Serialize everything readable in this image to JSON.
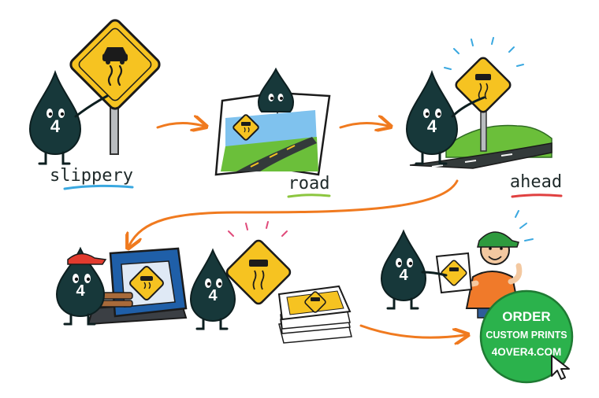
{
  "steps": [
    {
      "word": "slippery",
      "underline_color": "#3aa8e0"
    },
    {
      "word": "road",
      "underline_color": "#8cc63f"
    },
    {
      "word": "ahead",
      "underline_color": "#e04040"
    }
  ],
  "mascot": {
    "label": "4",
    "color": "#17383a"
  },
  "cta": {
    "line1": "ORDER",
    "line2": "CUSTOM PRINTS",
    "line3": "4OVER4.COM",
    "color": "#2bb24c"
  },
  "colors": {
    "sign_yellow": "#f6c321",
    "arrow_orange": "#f07a1f",
    "frame_blue": "#1f5fa8",
    "cap_red": "#e23b2e",
    "cap_green": "#2e9a3e",
    "shirt_orange": "#f07a2a",
    "sky_blue": "#7fc2ee",
    "grass_green": "#6bbf3a"
  },
  "icons": [
    "slippery-road-sign-icon",
    "map-icon",
    "screen-print-press-icon",
    "print-stack-icon",
    "cursor-icon"
  ]
}
